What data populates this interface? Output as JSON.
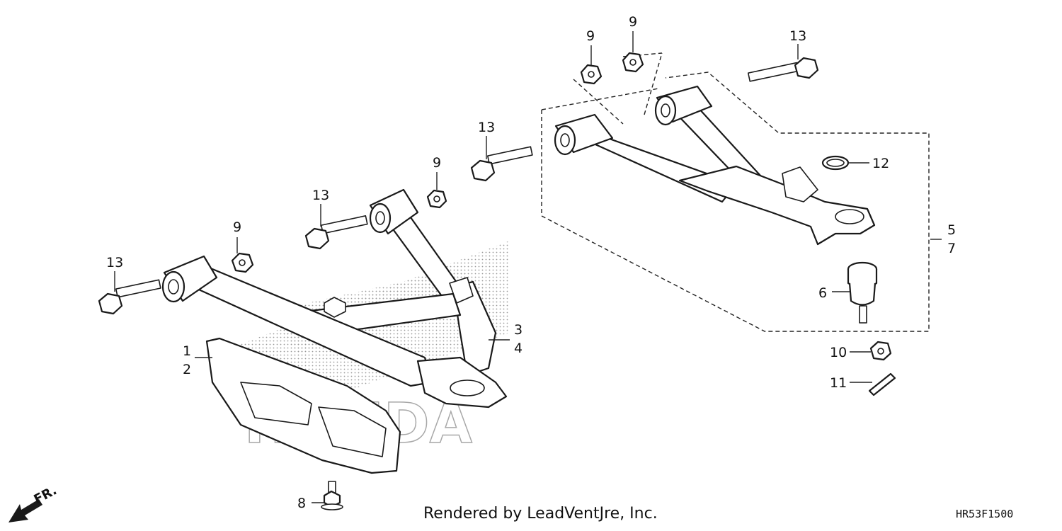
{
  "diagram": {
    "callouts": [
      "1",
      "2",
      "3",
      "4",
      "5",
      "6",
      "7",
      "8",
      "9",
      "9",
      "9",
      "9",
      "10",
      "11",
      "12",
      "13",
      "13",
      "13",
      "13"
    ],
    "direction_label": "FR.",
    "watermark": "HONDA",
    "footer": "Rendered by LeadVentJre, Inc.",
    "diagram_code": "HR53F1500"
  }
}
